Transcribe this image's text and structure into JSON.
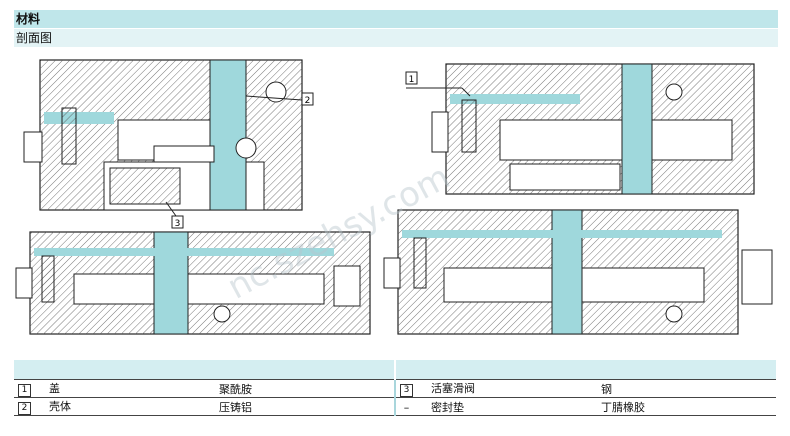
{
  "section": {
    "title": "材料",
    "subtitle": "剖面图"
  },
  "drawing": {
    "callouts": [
      "1",
      "2",
      "3"
    ],
    "watermark": "nc.szehsy.com"
  },
  "parts": [
    {
      "num": "1",
      "name": "盖",
      "material": "聚酰胺",
      "num2": "3",
      "name2": "活塞滑阀",
      "material2": "钢"
    },
    {
      "num": "2",
      "name": "壳体",
      "material": "压铸铝",
      "num2": "–",
      "name2": "密封垫",
      "material2": "丁腈橡胶"
    }
  ],
  "colors": {
    "header": "#bfe6ea",
    "subheader": "#e3f3f5",
    "accent": "#9fd8dc"
  }
}
